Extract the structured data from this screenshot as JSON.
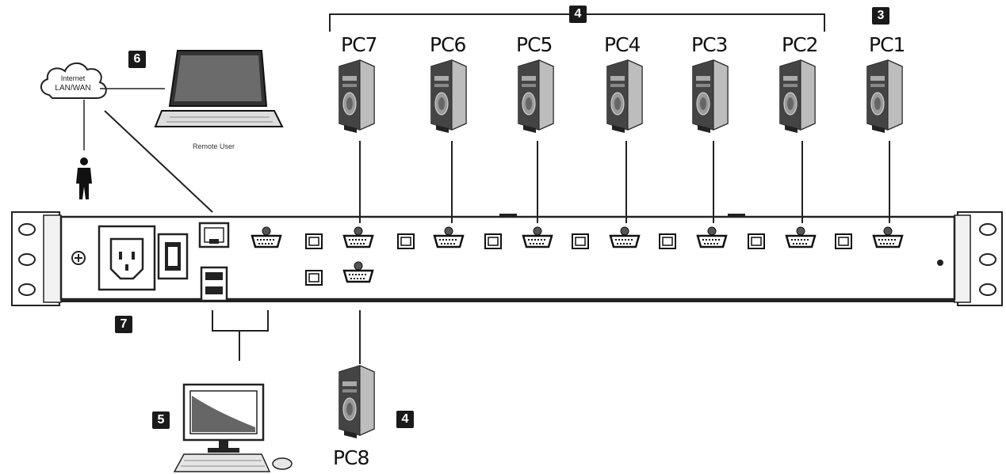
{
  "pcs": [
    {
      "label": "PC7"
    },
    {
      "label": "PC6"
    },
    {
      "label": "PC5"
    },
    {
      "label": "PC4"
    },
    {
      "label": "PC3"
    },
    {
      "label": "PC2"
    },
    {
      "label": "PC1"
    },
    {
      "label": "PC8"
    }
  ],
  "badges": {
    "bracket_group": "4",
    "pc1": "3",
    "remote": "6",
    "power": "7",
    "console": "5",
    "pc8": "4"
  },
  "cloud": {
    "line1": "Internet",
    "line2": "LAN/WAN"
  },
  "remote_user_label": "Remote User",
  "colors": {
    "line": "#222222",
    "badge": "#1a1a1a",
    "panel": "#ffffff"
  }
}
